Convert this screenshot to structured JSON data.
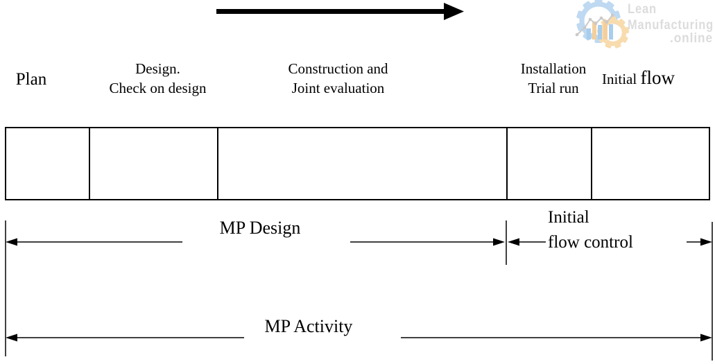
{
  "phases": {
    "plan": "Plan",
    "design": {
      "line1": "Design.",
      "line2": "Check on design"
    },
    "construction": {
      "line1": "Construction and",
      "line2": "Joint evaluation"
    },
    "installation": {
      "line1": "Installation",
      "line2": "Trial run"
    },
    "initial_flow": {
      "part1": "Initial",
      "part2": "flow"
    }
  },
  "dimensions": {
    "mp_design": "MP Design",
    "initial_flow_control": {
      "line1": "Initial",
      "line2": "flow control"
    },
    "mp_activity": "MP Activity"
  },
  "logo": {
    "line1": "Lean",
    "line2": "Manufacturing",
    "line3": ".online",
    "colors": {
      "gear_blue": "#bed9f1",
      "gear_orange": "#f8dcae",
      "bar_blue": "#a9cdec",
      "bar_orange": "#f3cf9d",
      "trend_gray": "#c9c9c9",
      "text_gray": "#dcdcdc"
    }
  },
  "colors": {
    "ink": "#000000",
    "background": "#ffffff"
  }
}
